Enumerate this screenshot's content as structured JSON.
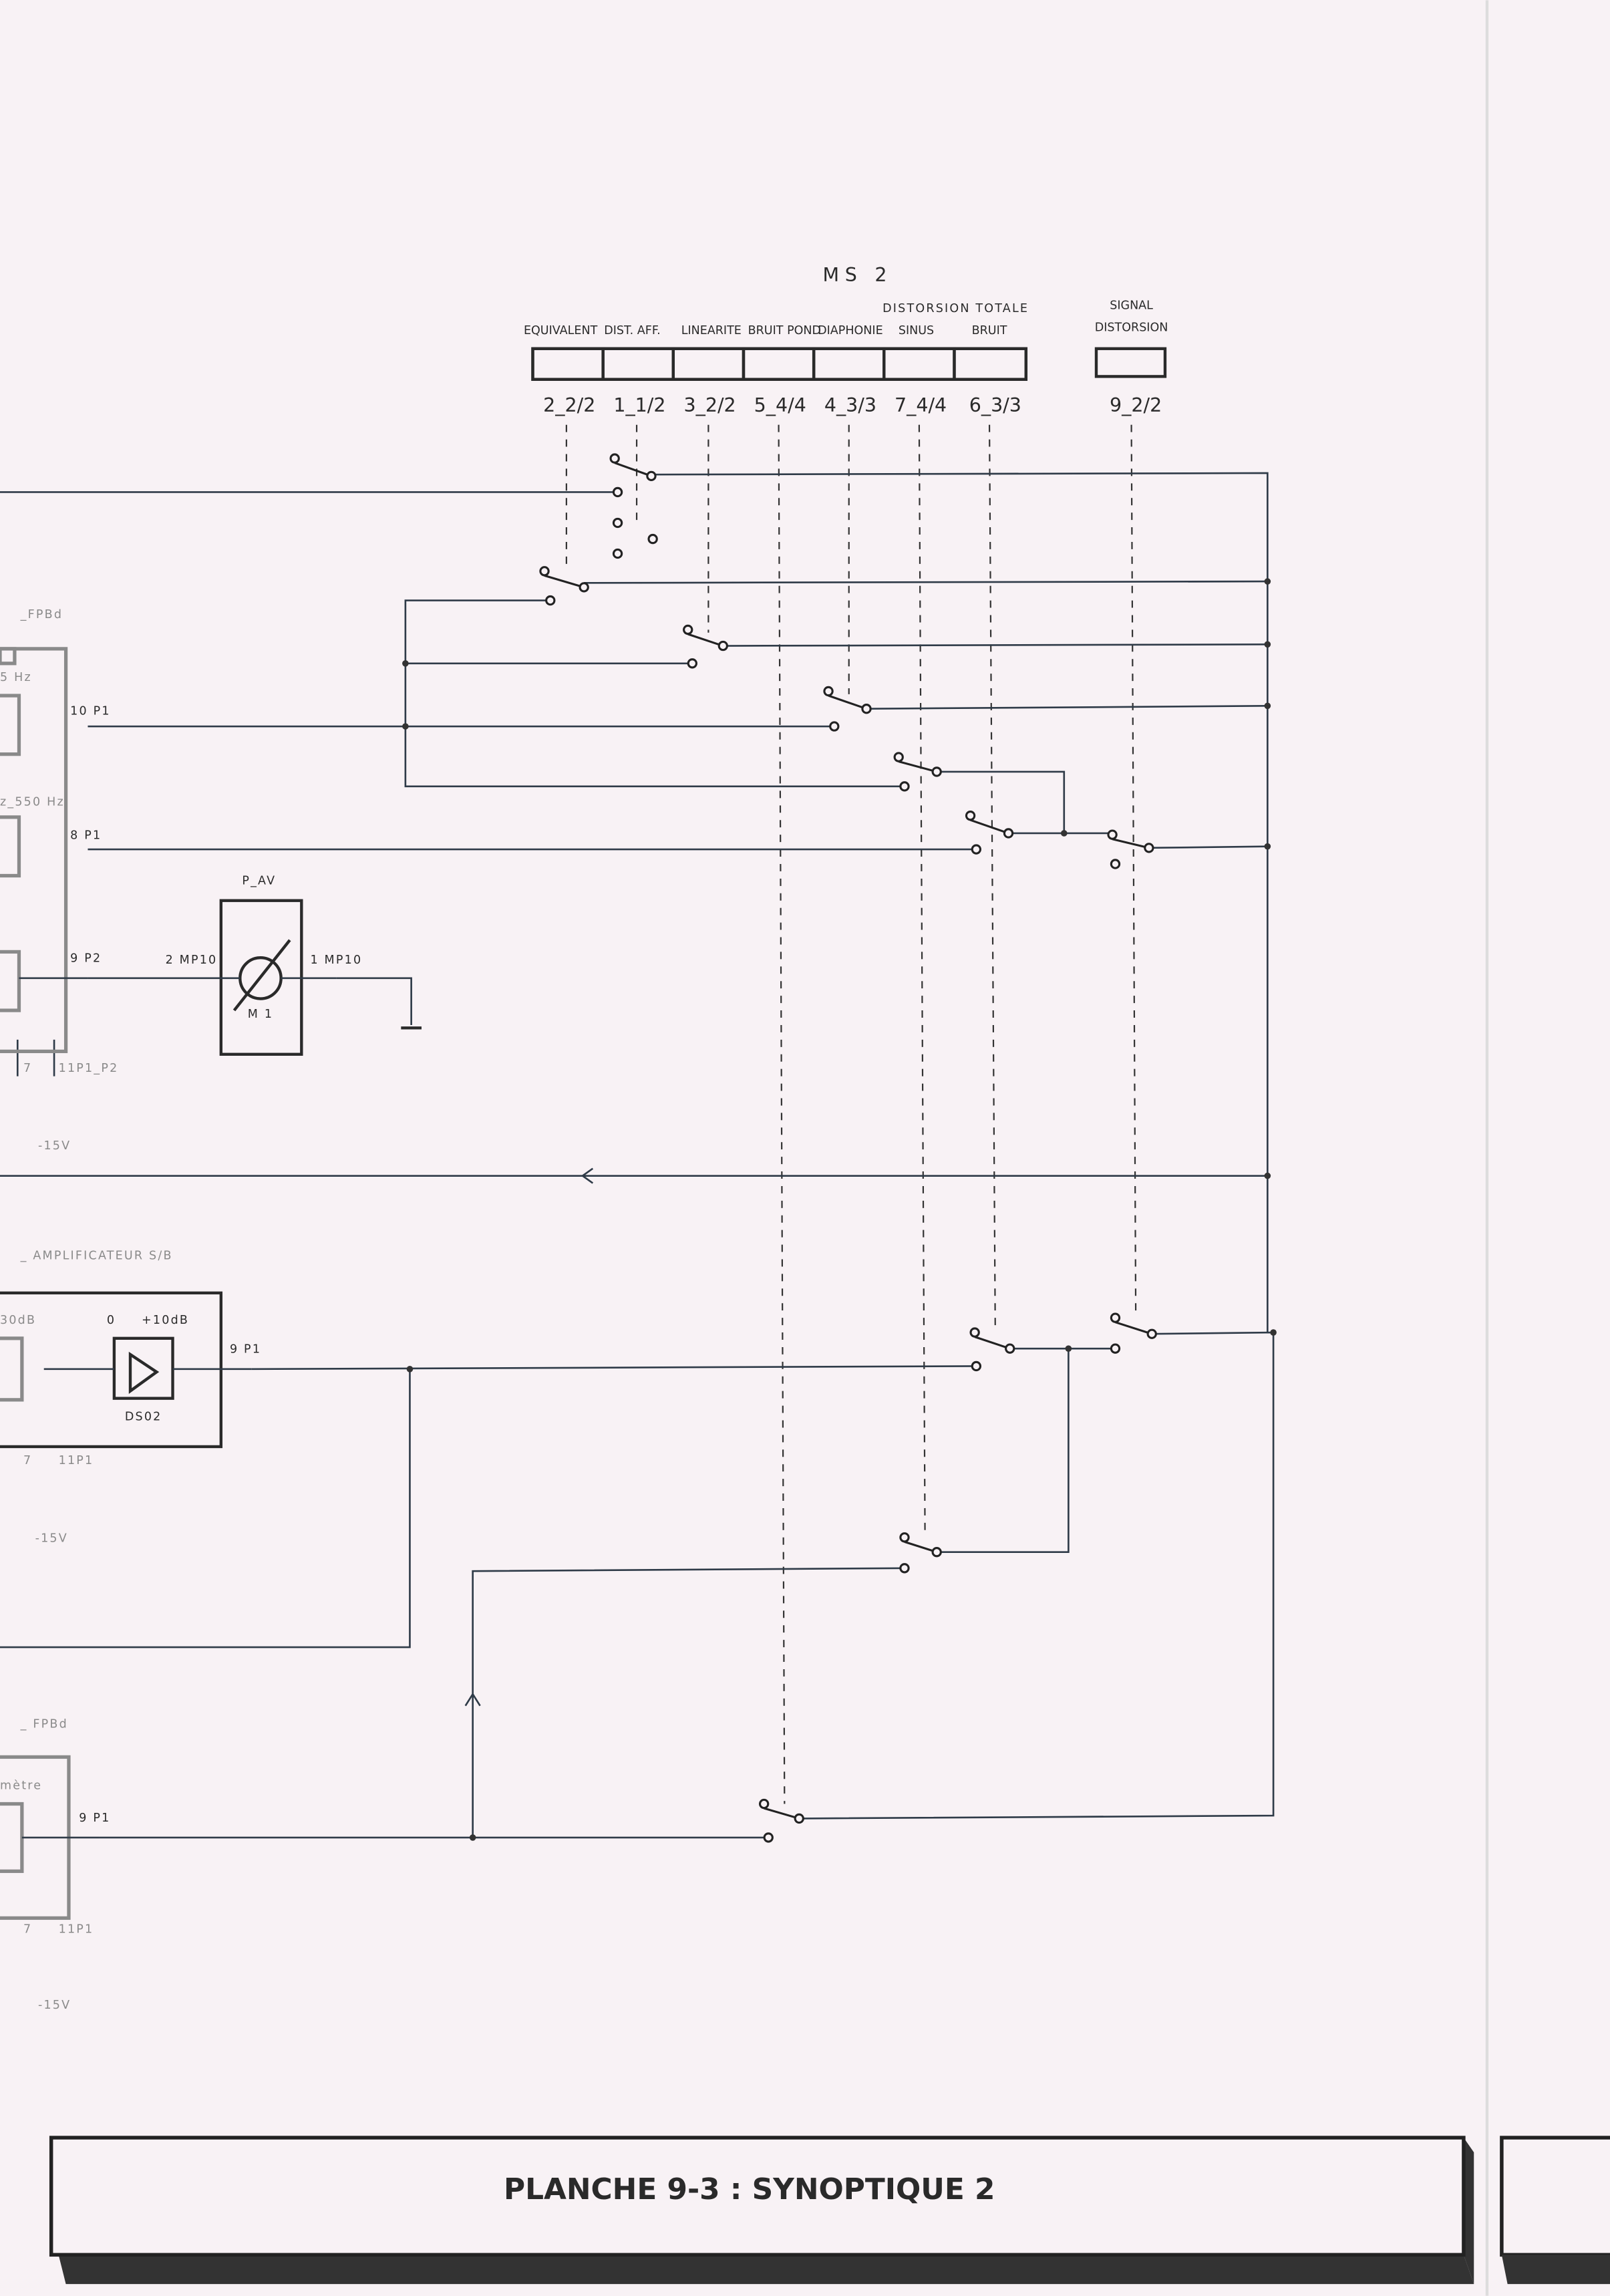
{
  "selector": {
    "title": "MS 2",
    "group_label": "DISTORSION TOTALE",
    "positions": [
      {
        "label": "EQUIVALENT",
        "code": "2_2/2"
      },
      {
        "label": "DIST. AFF.",
        "code": "1_1/2"
      },
      {
        "label": "LINEARITE",
        "code": "3_2/2"
      },
      {
        "label": "BRUIT POND",
        "code": "5_4/4"
      },
      {
        "label": "DIAPHONIE",
        "code": "4_3/3"
      },
      {
        "label": "SINUS",
        "code": "7_4/4"
      },
      {
        "label": "BRUIT",
        "code": "6_3/3"
      }
    ],
    "signal": {
      "label_1": "SIGNAL",
      "label_2": "DISTORSION",
      "code": "9_2/2"
    }
  },
  "blocks": {
    "fpbd_top": {
      "title": "_FPBd",
      "freq_1": "5 Hz",
      "freq_2": "z_550 Hz",
      "conn_1": "10 P1",
      "conn_2": "8 P1",
      "conn_3": "9 P2",
      "pin_7": "7",
      "pin_11": "11P1_P2",
      "supply": "-15V"
    },
    "pav": {
      "title": "P_AV",
      "meter": "M 1",
      "in": "2 MP10",
      "out": "1 MP10"
    },
    "amplifier": {
      "title": "_ AMPLIFICATEUR  S/B",
      "att": "30dB",
      "gain_0": "0",
      "gain_max": "+10dB",
      "name": "DS02",
      "conn": "9 P1",
      "pin_7": "7",
      "pin_11": "11P1",
      "supply": "-15V"
    },
    "fpbd_bottom": {
      "title": "_ FPBd",
      "sub": "mètre",
      "conn": "9 P1",
      "pin_7": "7",
      "pin_11": "11P1",
      "supply": "-15V"
    }
  },
  "footer": {
    "title": "PLANCHE 9-3 : SYNOPTIQUE 2"
  }
}
